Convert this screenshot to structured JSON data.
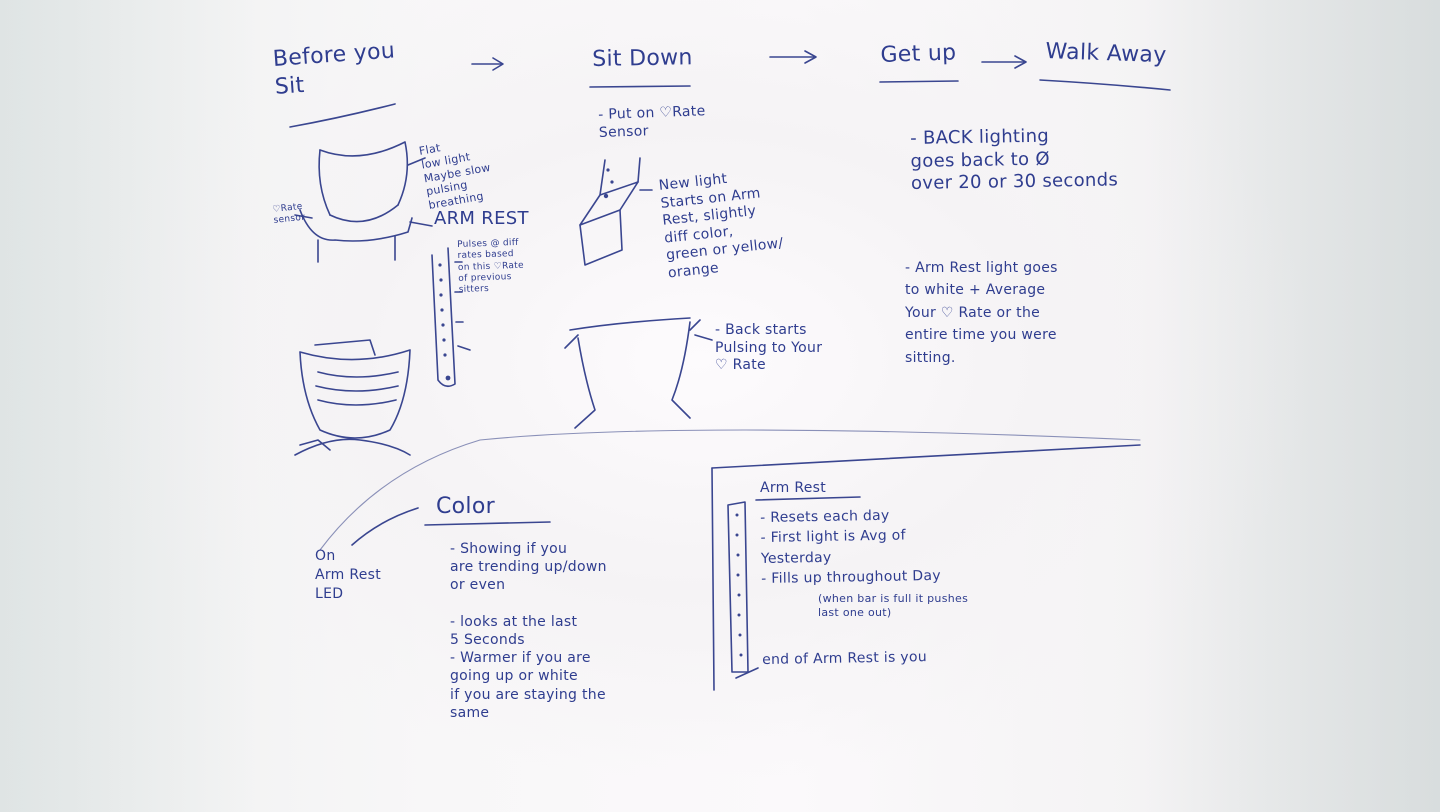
{
  "headers": {
    "before": "Before you\nSit",
    "sit": "Sit Down",
    "getup": "Get up",
    "walk": "Walk Away"
  },
  "before": {
    "flat": "Flat\nlow light\nMaybe slow\npulsing\nbreathing",
    "hr_sensor": "♡Rate\nsensor",
    "arm_rest": "ARM REST",
    "pulses": "Pulses @ diff\nrates based\non this ♡Rate\nof previous\nsitters"
  },
  "sit": {
    "put_on": "- Put on ♡Rate\nSensor",
    "new_light": "New light\nStarts on Arm\nRest, slightly\ndiff color,\ngreen or yellow/\norange",
    "back_starts": "- Back starts\nPulsing to Your\n♡ Rate"
  },
  "getup": {
    "back_lighting": "- BACK lighting\ngoes back to Ø\nover 20 or 30 seconds",
    "arm_rest_light": "- Arm Rest light goes\nto white + Average\nYour ♡ Rate or the\nentire time you were\nsitting."
  },
  "color": {
    "title": "Color",
    "on_led": "On\nArm Rest\nLED",
    "notes": "- Showing if you\nare trending up/down\nor even\n\n- looks at the last\n5 Seconds\n- Warmer if you are\ngoing up or white\nif you are staying the\nsame"
  },
  "armrest": {
    "title": "Arm Rest",
    "notes": "- Resets each day\n- First light is Avg of\nYesterday\n- Fills up throughout Day",
    "when_full": "(when bar is full it pushes\nlast one out)",
    "end": "end of Arm Rest is you"
  }
}
